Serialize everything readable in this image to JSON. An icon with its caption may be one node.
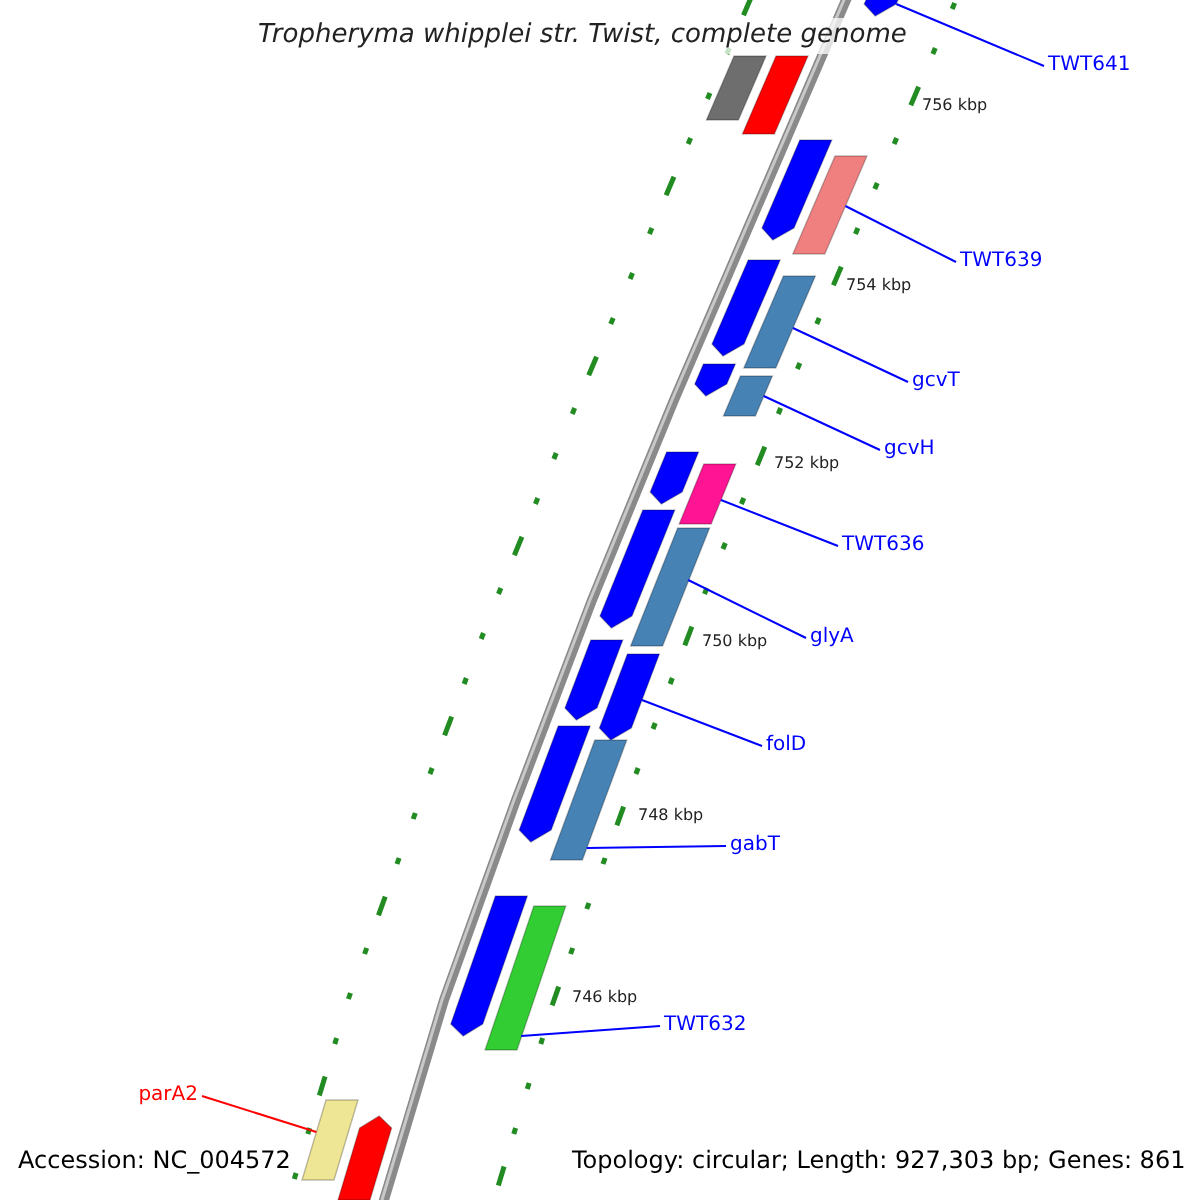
{
  "diagram": {
    "title": "Tropheryma whipplei str. Twist, complete genome",
    "nodes": [
      {
        "text": [
          "TWT641"
        ]
      },
      {
        "text": [
          "TWT639"
        ]
      },
      {
        "text": [
          "gcvT"
        ]
      },
      {
        "text": [
          "gcvH"
        ]
      },
      {
        "text": [
          "TWT636"
        ]
      },
      {
        "text": [
          "glyA"
        ]
      },
      {
        "text": [
          "folD"
        ]
      },
      {
        "text": [
          "gabT"
        ]
      },
      {
        "text": [
          "TWT632"
        ]
      },
      {
        "text": [
          "parA2"
        ]
      },
      {
        "text": [],
        "shape": "bar"
      },
      {
        "text": [],
        "shape": "bar"
      },
      {
        "text": [],
        "shape": "bar"
      },
      {
        "text": [],
        "shape": "bar"
      },
      {
        "text": [],
        "shape": "bar"
      },
      {
        "text": [],
        "shape": "bar"
      },
      {
        "text": [],
        "shape": "bar"
      },
      {
        "text": [],
        "shape": "bar"
      },
      {
        "text": [],
        "shape": "bar"
      },
      {
        "text": [],
        "shape": "bar"
      },
      {
        "text": [],
        "shape": "bar"
      },
      {
        "text": [],
        "shape": "bar"
      },
      {
        "text": [],
        "shape": "bar"
      },
      {
        "text": [],
        "shape": "bar"
      },
      {
        "text": [],
        "shape": "bar"
      },
      {
        "text": [],
        "shape": "bar"
      },
      {
        "text": [],
        "shape": "bar"
      },
      {
        "text": [],
        "shape": "bar"
      },
      {
        "text": [],
        "shape": "bar"
      },
      {
        "text": [],
        "shape": "bar"
      },
      {
        "text": [],
        "shape": "bar"
      }
    ],
    "edges": [
      {
        "from": 0,
        "to": 12,
        "arrow": "none"
      },
      {
        "from": 1,
        "to": 14,
        "arrow": "none"
      },
      {
        "from": 2,
        "to": 16,
        "arrow": "none"
      },
      {
        "from": 3,
        "to": 18,
        "arrow": "none"
      },
      {
        "from": 4,
        "to": 20,
        "arrow": "none"
      },
      {
        "from": 5,
        "to": 22,
        "arrow": "none"
      },
      {
        "from": 6,
        "to": 24,
        "arrow": "none"
      },
      {
        "from": 7,
        "to": 26,
        "arrow": "none"
      },
      {
        "from": 8,
        "to": 28,
        "arrow": "none"
      },
      {
        "from": 9,
        "to": 29,
        "arrow": "none",
        "color": "#ff0000"
      }
    ],
    "labels": [
      "756 kbp",
      "754 kbp",
      "752 kbp",
      "750 kbp",
      "748 kbp",
      "746 kbp",
      "Accession: NC_004572",
      "Topology: circular; Length: 927,303 bp; Genes: 861"
    ]
  }
}
